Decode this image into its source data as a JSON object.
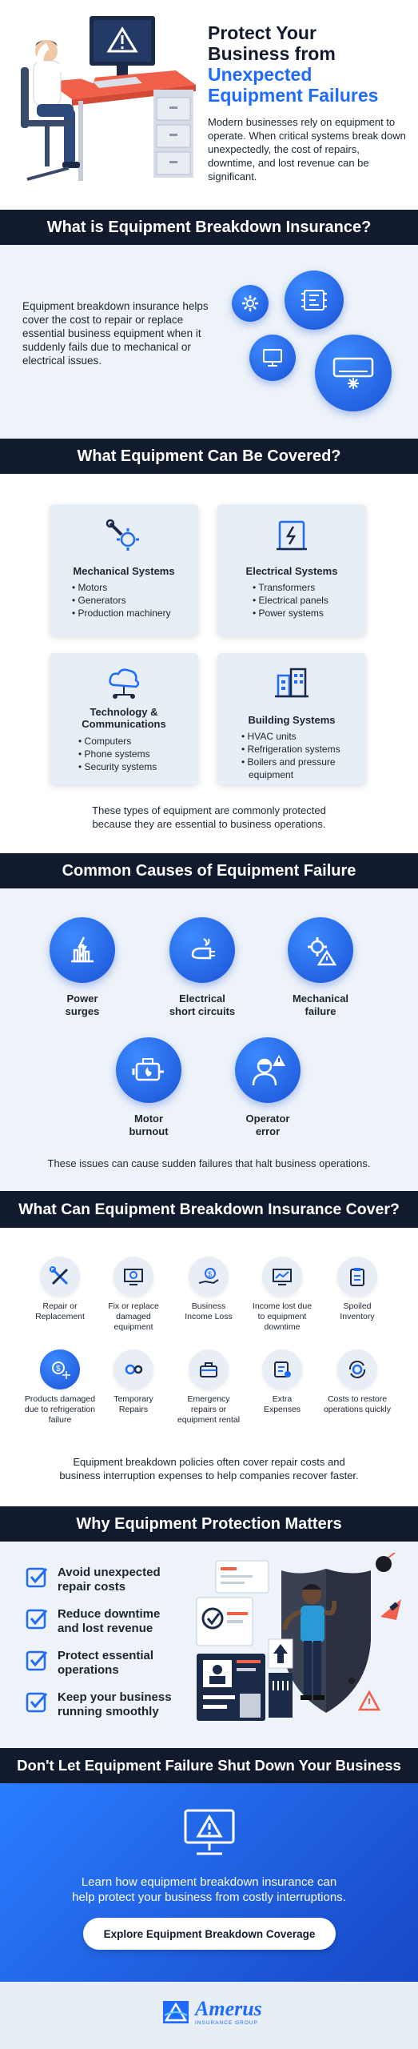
{
  "hero": {
    "title_line1": "Protect Your",
    "title_line2": "Business from",
    "title_line3": "Unexpected",
    "title_line4": "Equipment Failures",
    "body": "Modern businesses rely on equipment to operate. When critical systems break down unexpectedly, the cost of repairs, downtime, and lost revenue can be significant."
  },
  "what": {
    "heading": "What is Equipment Breakdown Insurance?",
    "body": "Equipment breakdown insurance helps cover the cost to repair or replace essential business equipment when it suddenly fails due to mechanical or electrical issues."
  },
  "covered": {
    "heading": "What Equipment Can Be Covered?",
    "cards": [
      {
        "title": "Mechanical Systems",
        "items": [
          "Motors",
          "Generators",
          "Production machinery"
        ]
      },
      {
        "title": "Electrical Systems",
        "items": [
          "Transformers",
          "Electrical panels",
          "Power systems"
        ]
      },
      {
        "title_line1": "Technology &",
        "title_line2": "Communications",
        "items": [
          "Computers",
          "Phone systems",
          "Security systems"
        ]
      },
      {
        "title": "Building Systems",
        "items": [
          "HVAC units",
          "Refrigeration systems",
          "Boilers and pressure",
          "equipment"
        ]
      }
    ],
    "note_line1": "These types of equipment are commonly protected",
    "note_line2": "because they are essential to business operations."
  },
  "causes": {
    "heading": "Common Causes of Equipment Failure",
    "items": [
      {
        "l1": "Power",
        "l2": "surges",
        "icon": "power-surge-icon"
      },
      {
        "l1": "Electrical",
        "l2": "short circuits",
        "icon": "short-circuit-icon"
      },
      {
        "l1": "Mechanical",
        "l2": "failure",
        "icon": "mechanical-failure-icon"
      },
      {
        "l1": "Motor",
        "l2": "burnout",
        "icon": "motor-burnout-icon"
      },
      {
        "l1": "Operator",
        "l2": "error",
        "icon": "operator-error-icon"
      }
    ],
    "note": "These issues can cause sudden failures that halt business operations."
  },
  "cover": {
    "heading": "What Can Equipment Breakdown Insurance Cover?",
    "items": [
      {
        "l1": "Repair or",
        "l2": "Replacement",
        "l3": ""
      },
      {
        "l1": "Fix or replace",
        "l2": "damaged",
        "l3": "equipment"
      },
      {
        "l1": "Business",
        "l2": "Income Loss",
        "l3": ""
      },
      {
        "l1": "Income lost due",
        "l2": "to equipment",
        "l3": "downtime"
      },
      {
        "l1": "Spoiled",
        "l2": "Inventory",
        "l3": ""
      },
      {
        "l1": "Products damaged",
        "l2": "due to refrigeration",
        "l3": "failure"
      },
      {
        "l1": "Temporary",
        "l2": "Repairs",
        "l3": ""
      },
      {
        "l1": "Emergency",
        "l2": "repairs or",
        "l3": "equipment rental"
      },
      {
        "l1": "Extra",
        "l2": "Expenses",
        "l3": ""
      },
      {
        "l1": "Costs to restore",
        "l2": "operations quickly",
        "l3": ""
      }
    ],
    "note_line1": "Equipment breakdown policies often cover repair costs and",
    "note_line2": "business interruption expenses to help companies recover faster."
  },
  "why": {
    "heading": "Why Equipment Protection Matters",
    "items": [
      {
        "l1": "Avoid unexpected",
        "l2": "repair costs"
      },
      {
        "l1": "Reduce downtime",
        "l2": "and lost revenue"
      },
      {
        "l1": "Protect essential",
        "l2": "operations"
      },
      {
        "l1": "Keep your business",
        "l2": "running smoothly"
      }
    ]
  },
  "cta": {
    "heading": "Don't Let Equipment Failure Shut Down Your Business",
    "body_line1": "Learn how equipment breakdown insurance can",
    "body_line2": "help protect your business from costly interruptions.",
    "button": "Explore Equipment Breakdown Coverage"
  },
  "footer": {
    "brand": "Amerus",
    "tagline": "INSURANCE GROUP"
  },
  "colors": {
    "navy": "#121a2e",
    "accent_blue": "#1f6bff",
    "light_bg": "#eef3f9"
  }
}
